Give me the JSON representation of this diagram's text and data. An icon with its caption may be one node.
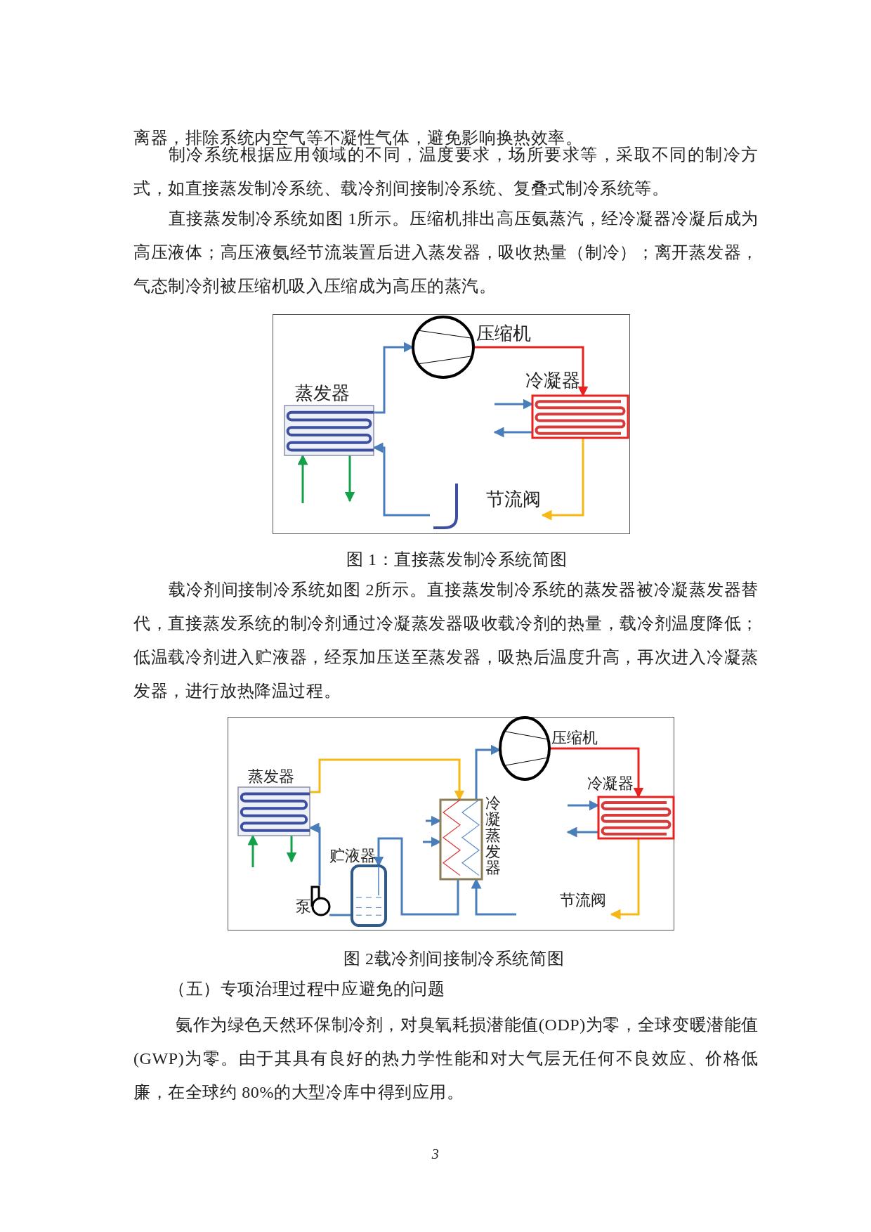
{
  "diagram": {
    "nodes": [
      {
        "text": [
          "压缩机"
        ]
      },
      {
        "text": [
          "冷凝器"
        ]
      },
      {
        "text": [
          "蒸发器"
        ]
      },
      {
        "text": [
          "节流阀"
        ]
      },
      {
        "text": [
          "压缩机"
        ]
      },
      {
        "text": [
          "冷凝器"
        ]
      },
      {
        "text": [
          "节流阀"
        ]
      },
      {
        "text": [
          "蒸发器"
        ]
      },
      {
        "text": [
          "冷凝蒸发器"
        ]
      },
      {
        "text": [
          "贮液器"
        ]
      },
      {
        "text": [
          "泵"
        ]
      }
    ],
    "edges": [
      {
        "from": 0,
        "to": 1,
        "arrow": "to",
        "color": "#e8231f"
      },
      {
        "from": 1,
        "to": 3,
        "arrow": "to",
        "color": "#f5b817"
      },
      {
        "from": 3,
        "to": 2,
        "arrow": "to",
        "color": "#4a7ebb"
      },
      {
        "from": 2,
        "to": 0,
        "arrow": "to",
        "color": "#4a7ebb"
      },
      {
        "from": null,
        "to": 1,
        "arrow": "to",
        "color": "#4a7ebb"
      },
      {
        "from": 1,
        "to": null,
        "arrow": "to",
        "color": "#4a7ebb"
      },
      {
        "from": null,
        "to": 2,
        "arrow": "to",
        "color": "#12a04a"
      },
      {
        "from": 2,
        "to": null,
        "arrow": "to",
        "color": "#12a04a"
      },
      {
        "from": 4,
        "to": 5,
        "arrow": "to",
        "color": "#e8231f"
      },
      {
        "from": 5,
        "to": 6,
        "arrow": "to",
        "color": "#f5b817"
      },
      {
        "from": 6,
        "to": 8,
        "arrow": "to",
        "color": "#4a7ebb"
      },
      {
        "from": 8,
        "to": 4,
        "arrow": "to",
        "color": "#4a7ebb"
      },
      {
        "from": 7,
        "to": 8,
        "arrow": "to",
        "color": "#f5b817"
      },
      {
        "from": 8,
        "to": 9,
        "arrow": "to",
        "color": "#4a7ebb"
      },
      {
        "from": 9,
        "to": 10,
        "arrow": "none",
        "color": "#4a7ebb"
      },
      {
        "from": 10,
        "to": 7,
        "arrow": "to",
        "color": "#4a7ebb"
      },
      {
        "from": null,
        "to": 5,
        "arrow": "to",
        "color": "#4a7ebb"
      },
      {
        "from": 5,
        "to": null,
        "arrow": "to",
        "color": "#4a7ebb"
      },
      {
        "from": null,
        "to": 7,
        "arrow": "to",
        "color": "#12a04a"
      },
      {
        "from": 7,
        "to": null,
        "arrow": "to",
        "color": "#12a04a"
      },
      {
        "from": null,
        "to": 8,
        "arrow": "to",
        "color": "#4a7ebb"
      },
      {
        "from": null,
        "to": 8,
        "arrow": "to",
        "color": "#4a7ebb"
      }
    ],
    "labels": [
      "离器，排除系统内空气等不凝性气体，避免影响换热效率。",
      "制冷系统根据应用领域的不同，温度要求，场所要求等，采取不同的制冷方式，如直接蒸发制冷系统、载冷剂间接制冷系统、复叠式制冷系统等。",
      "直接蒸发制冷系统如图 1所示。压缩机排出高压氨蒸汽，经冷凝器冷凝后成为高压液体；高压液氨经节流装置后进入蒸发器，吸收热量（制冷）；离开蒸发器，气态制冷剂被压缩机吸入压缩成为高压的蒸汽。",
      "图 1：直接蒸发制冷系统简图",
      "载冷剂间接制冷系统如图 2所示。直接蒸发制冷系统的蒸发器被冷凝蒸发器替代，直接蒸发系统的制冷剂通过冷凝蒸发器吸收载冷剂的热量，载冷剂温度降低；低温载冷剂进入贮液器，经泵加压送至蒸发器，吸热后温度升高，再次进入冷凝蒸发器，进行放热降温过程。",
      "图 2载冷剂间接制冷系统简图",
      "（五）专项治理过程中应避免的问题",
      "氨作为绿色天然环保制冷剂，对臭氧耗损潜能值(ODP)为零，全球变暖潜能值(GWP)为零。由于其具有良好的热力学性能和对大气层无任何不良效应、价格低廉，在全球约 80%的大型冷库中得到应用。",
      "3"
    ]
  }
}
